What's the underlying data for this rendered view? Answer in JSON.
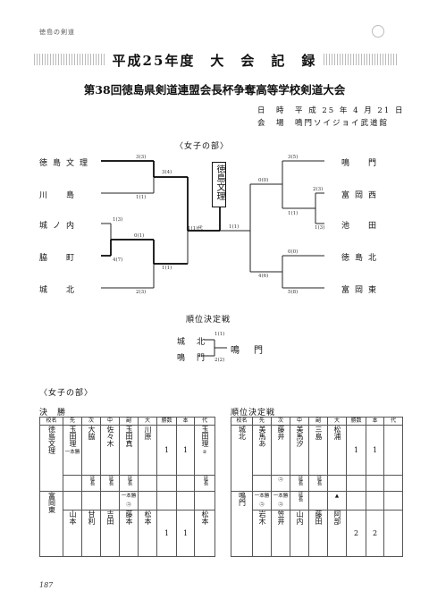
{
  "header": {
    "running": "徳島の剣道",
    "title": "平成25年度　大　会　記　録",
    "subtitle": "第38回徳島県剣道連盟会長杯争奪高等学校剣道大会"
  },
  "info": {
    "date": "日　時　平 成 25 年  4  月 21 日",
    "venue": "会　場　鳴門ソイジョイ武道館"
  },
  "bracket": {
    "heading": "〈女子の部〉",
    "left_teams": [
      "徳島文理",
      "川　島",
      "城ノ内",
      "脇　町",
      "城　北"
    ],
    "right_teams": [
      "鳴　門",
      "富岡西",
      "池　田",
      "徳島北",
      "富岡東"
    ],
    "champion": "徳島文理",
    "scores": {
      "l1": "3(3)",
      "l2": "1(1)",
      "l3": "1(3)",
      "l4": "0(1)",
      "l5": "4(7)",
      "l6": "3(4)",
      "l7": "1(1)",
      "l8": "2(3)",
      "r1": "3(5)",
      "r2": "2(3)",
      "r3": "1(1)",
      "r4": "1(3)",
      "r5": "0(0)",
      "r6": "0(0)",
      "r7": "4(6)",
      "r8": "5(8)",
      "final_l": "1(1)代",
      "final_r": "1(1)"
    }
  },
  "placement": {
    "heading": "順位決定戦",
    "team_top": "城　北",
    "team_bottom": "鳴　門",
    "score_top": "1(1)",
    "score_bottom": "2(2)",
    "winner": "鳴　門"
  },
  "section2": {
    "heading": "〈女子の部〉"
  },
  "final_table": {
    "label": "決　勝",
    "headers": [
      "校名",
      "先",
      "次",
      "中",
      "副",
      "大",
      "勝数",
      "本",
      "代"
    ],
    "team1": {
      "name": "徳島文理",
      "players": [
        "玉田理",
        "大脇",
        "佐々木",
        "玉田真",
        "川原"
      ],
      "rep": "玉田理",
      "wins": "1",
      "points": "1",
      "m1": "一本勝",
      "m2": "延長",
      "m3": "延長",
      "m4": "延長",
      "rep_mark": "延長",
      "rep_score": "②"
    },
    "team2": {
      "name": "富岡東",
      "players": [
        "山本",
        "甘利",
        "吉田",
        "藤本",
        "松本"
      ],
      "rep": "松本",
      "wins": "1",
      "points": "1",
      "m4": "一本勝㋙"
    }
  },
  "place_table": {
    "label": "順位決定戦",
    "headers": [
      "校名",
      "先",
      "次",
      "中",
      "副",
      "大",
      "勝数",
      "本",
      "代"
    ],
    "team1": {
      "name": "城北",
      "players": [
        "美馬あ",
        "藤井",
        "美馬汐",
        "三島",
        "松浦"
      ],
      "wins": "1",
      "points": "1",
      "m2": "㋙",
      "m3": "延長",
      "m4": "延長"
    },
    "team2": {
      "name": "鳴門",
      "players": [
        "岩木",
        "笠井",
        "山内",
        "藤田",
        "阿部"
      ],
      "wins": "2",
      "points": "2",
      "m1": "一本勝㋙",
      "m2": "一本勝㋙",
      "m3": "延長",
      "m5": "▲"
    }
  },
  "page_number": "187"
}
